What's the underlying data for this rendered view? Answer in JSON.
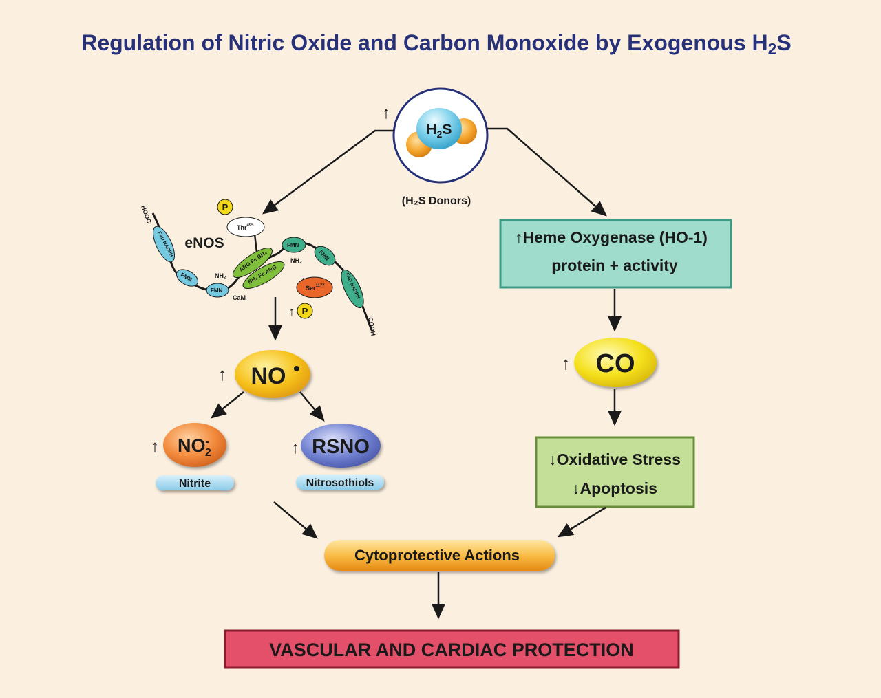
{
  "title": {
    "main": "Regulation of Nitric Oxide and Carbon Monoxide by Exogenous H",
    "sub": "2",
    "tail": "S"
  },
  "h2s": {
    "label_main": "H",
    "label_sub": "2",
    "label_tail": "S",
    "arrow": "↑",
    "donors": "(H₂S Donors)"
  },
  "enos": {
    "label": "eNOS",
    "thr": "Thr",
    "thr_sup": "495",
    "ser": "Ser",
    "ser_sup": "1177",
    "p": "P",
    "arrow_p": "↑",
    "hooc": "HOOC",
    "cooh": "COOH",
    "cam": "CaM",
    "nh2_left": "NH₂",
    "nh2_right": "NH₂",
    "fad_left": "FAD NADPH",
    "fad_right": "FAD NADPH",
    "fmn": "FMN",
    "arg_top": "ARG Fe BH₄",
    "arg_bottom": "BH₄ Fe ARG"
  },
  "no": {
    "label": "NO",
    "dot": "•",
    "arrow": "↑"
  },
  "no2": {
    "label": "NO",
    "sup": "-",
    "sub": "2",
    "arrow": "↑",
    "caption": "Nitrite"
  },
  "rsno": {
    "label": "RSNO",
    "arrow": "↑",
    "caption": "Nitrosothiols"
  },
  "ho1": {
    "line1": "↑Heme Oxygenase (HO-1)",
    "line2": "protein + activity"
  },
  "co": {
    "label": "CO",
    "arrow": "↑"
  },
  "stress": {
    "line1": "↓Oxidative Stress",
    "line2": "↓Apoptosis"
  },
  "cyto": {
    "label": "Cytoprotective Actions"
  },
  "protection": {
    "label": "VASCULAR AND CARDIAC PROTECTION"
  },
  "colors": {
    "background": "#fbefe0",
    "title": "#26317a",
    "ho1_box": "#9fdccb",
    "ho1_border": "#3c9a86",
    "stress_box": "#c3df98",
    "stress_border": "#6a8f3c",
    "protection_box": "#e4506a",
    "protection_border": "#8a1c30",
    "no_yellow": "#f6b820",
    "co_yellow": "#f5df1a",
    "no2_orange": "#f28a3c",
    "rsno_blue": "#6f7fcf",
    "caption_blue": "#a9dcf2"
  }
}
